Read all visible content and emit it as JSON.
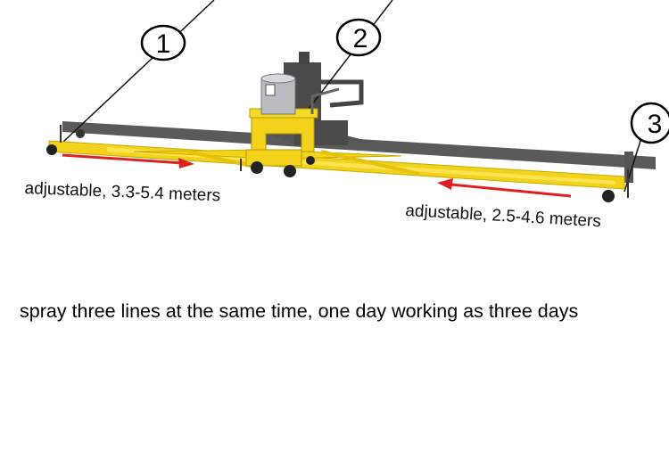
{
  "callouts": [
    {
      "number": "1"
    },
    {
      "number": "2"
    },
    {
      "number": "3"
    }
  ],
  "labels": {
    "left_adjust": "adjustable, 3.3-5.4 meters",
    "right_adjust": "adjustable, 2.5-4.6 meters"
  },
  "caption": "spray three lines at the same time, one day working as three days",
  "colors": {
    "frame_yellow": "#f2d21b",
    "frame_shadow": "#555555",
    "arrow_red": "#e02020",
    "tank_silver": "#b8bcc0"
  }
}
